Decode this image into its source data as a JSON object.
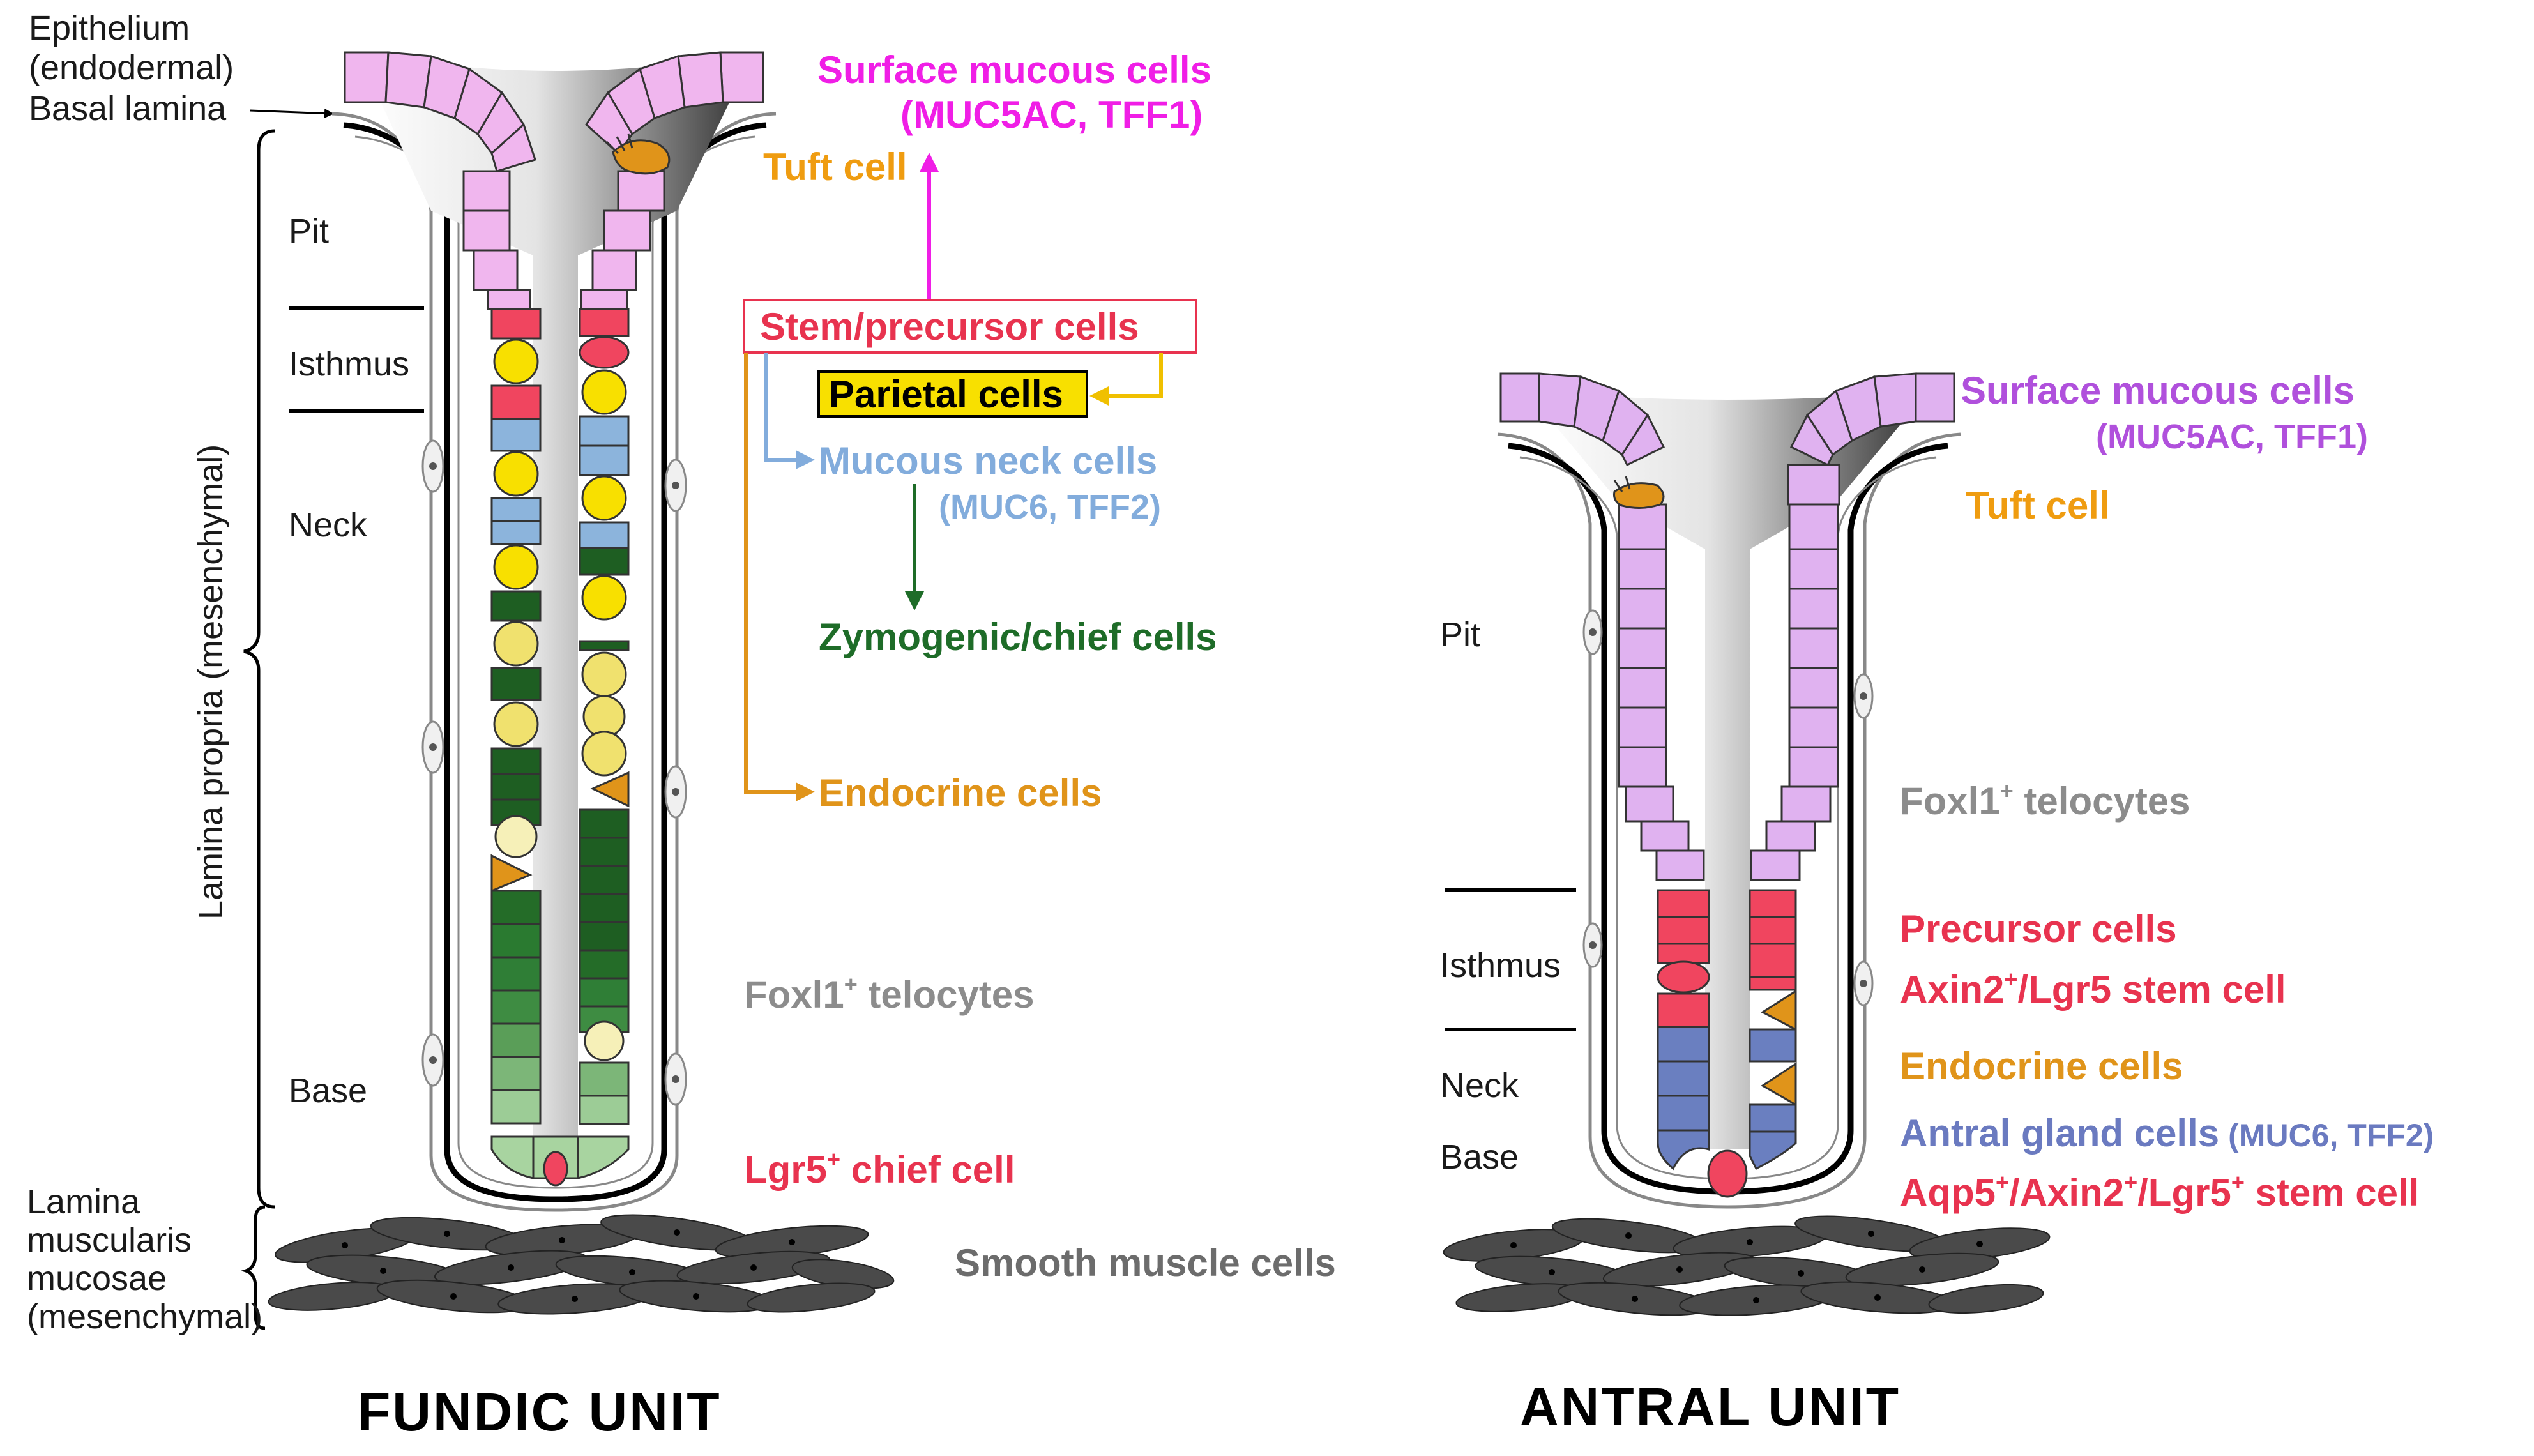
{
  "colors": {
    "surface_mucous": "#f0b6ee",
    "surface_mucous_antral": "#e0b2f0",
    "precursor_red": "#f0455f",
    "parietal_yellow": "#f8e000",
    "parietal_pale": "#ece57c",
    "mucous_neck_blue": "#8cb4dc",
    "chief_green": "#1e5e22",
    "chief_base_green": "#5c9e5a",
    "chief_light_green": "#a8d4a0",
    "endocrine_orange": "#e0941a",
    "antral_gland_blue": "#6a7fc0",
    "magenta_text": "#f01ee6",
    "orange_text": "#ef9c10",
    "red_text": "#e8334f",
    "blue_text": "#82acdc",
    "green_text": "#1e6c28",
    "gray_text": "#8c8c8c",
    "dark_gray_text": "#6c6c6c",
    "purple_text": "#b050dc",
    "antral_blue_text": "#6a7ac0",
    "muscle_gray": "#4a4a4a"
  },
  "left_labels": {
    "epithelium": "Epithelium",
    "endodermal": "(endodermal)",
    "basal_lamina": "Basal lamina",
    "pit": "Pit",
    "isthmus": "Isthmus",
    "neck": "Neck",
    "base": "Base",
    "lamina_propria": "Lamina propria (mesenchymal)",
    "lamina_line1": "Lamina",
    "lamina_line2": "muscularis",
    "lamina_line3": "mucosae",
    "lamina_line4": "(mesenchymal)"
  },
  "fundic": {
    "title": "FUNDIC UNIT",
    "surface_mucous": "Surface mucous cells",
    "surface_mucous_markers": "(MUC5AC, TFF1)",
    "tuft": "Tuft cell",
    "stem_precursor": "Stem/precursor cells",
    "parietal": "Parietal cells",
    "mucous_neck": "Mucous neck cells",
    "mucous_neck_markers": "(MUC6, TFF2)",
    "zymogenic": "Zymogenic/chief cells",
    "endocrine": "Endocrine cells",
    "foxl1_main": "Foxl1",
    "foxl1_sup": "+",
    "foxl1_rest": " telocytes",
    "lgr5_main": "Lgr5",
    "lgr5_sup": "+",
    "lgr5_rest": " chief cell",
    "smooth_muscle": "Smooth muscle cells"
  },
  "antral": {
    "title": "ANTRAL UNIT",
    "pit": "Pit",
    "isthmus": "Isthmus",
    "neck": "Neck",
    "base": "Base",
    "surface_mucous": "Surface mucous cells",
    "surface_mucous_markers": "(MUC5AC, TFF1)",
    "tuft": "Tuft cell",
    "foxl1_main": "Foxl1",
    "foxl1_sup": "+",
    "foxl1_rest": " telocytes",
    "precursor": "Precursor cells",
    "axin_a": "Axin2",
    "axin_sup": "+",
    "axin_b": "/Lgr5  stem cell",
    "endocrine": "Endocrine cells",
    "antral_gland": "Antral gland cells",
    "antral_gland_markers": "(MUC6, TFF2)",
    "aqp_a": "Aqp5",
    "aqp_sup1": "+",
    "aqp_b": "/Axin2",
    "aqp_sup2": "+",
    "aqp_c": "/Lgr5",
    "aqp_sup3": "+",
    "aqp_d": " stem cell"
  },
  "icons": {
    "tuft_cell": "tuft-cell-icon",
    "fibroblast": "telocyte-icon",
    "smooth_muscle": "smooth-muscle-icon"
  }
}
